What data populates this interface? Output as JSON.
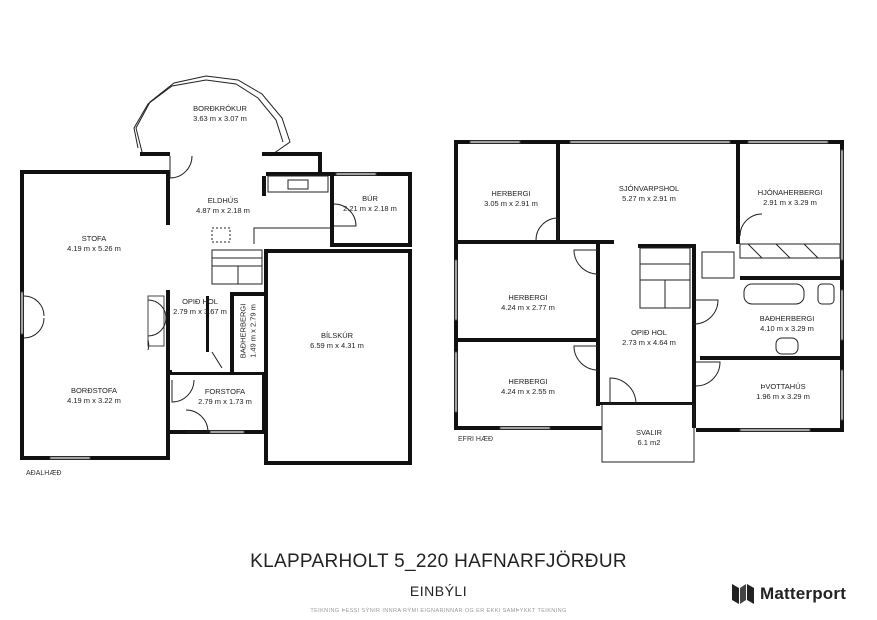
{
  "drawing": {
    "title": "KLAPPARHOLT 5_220 HAFNARFJÖRÐUR",
    "subtitle": "EINBÝLI",
    "disclaimer": "TEIKNING ÞESSI SÝNIR INNRA RÝMI EIGNARINNAR OG ER EKKI SAMÞYKKT TEIKNING",
    "brand": "Matterport"
  },
  "floors": {
    "main": "AÐALHÆÐ",
    "upper": "EFRI HÆÐ"
  },
  "rooms": [
    {
      "id": "bordkrokur",
      "name": "BORÐKRÓKUR",
      "dims": "3.63 m x 3.07 m"
    },
    {
      "id": "eldhus",
      "name": "ELDHÚS",
      "dims": "4.87 m x 2.18 m"
    },
    {
      "id": "bur",
      "name": "BÚR",
      "dims": "2.21 m x 2.18 m"
    },
    {
      "id": "stofa",
      "name": "STOFA",
      "dims": "4.19 m x 5.26 m"
    },
    {
      "id": "opid-hol-main",
      "name": "OPIÐ HOL",
      "dims": "2.79 m x 3.67 m"
    },
    {
      "id": "badherbergi-main",
      "name": "BAÐHERBERGI",
      "dims": "1.49 m x 2.79 m"
    },
    {
      "id": "bilskur",
      "name": "BÍLSKÚR",
      "dims": "6.59 m x 4.31 m"
    },
    {
      "id": "bordstofa",
      "name": "BORÐSTOFA",
      "dims": "4.19 m x 3.22 m"
    },
    {
      "id": "forstofa",
      "name": "FORSTOFA",
      "dims": "2.79 m x 1.73 m"
    },
    {
      "id": "herbergi-1",
      "name": "HERBERGI",
      "dims": "3.05 m x 2.91 m"
    },
    {
      "id": "sjonvarpshol",
      "name": "SJÓNVARPSHOL",
      "dims": "5.27 m x 2.91 m"
    },
    {
      "id": "hjonaherbergi",
      "name": "HJÓNAHERBERGI",
      "dims": "2.91 m x 3.29 m"
    },
    {
      "id": "herbergi-2",
      "name": "HERBERGI",
      "dims": "4.24 m x 2.77 m"
    },
    {
      "id": "opid-hol-upper",
      "name": "OPIÐ HOL",
      "dims": "2.73 m x 4.64 m"
    },
    {
      "id": "badherbergi-upper",
      "name": "BAÐHERBERGI",
      "dims": "4.10 m x 3.29 m"
    },
    {
      "id": "herbergi-3",
      "name": "HERBERGI",
      "dims": "4.24 m x 2.55 m"
    },
    {
      "id": "thvottahus",
      "name": "ÞVOTTAHÚS",
      "dims": "1.96 m x 3.29 m"
    },
    {
      "id": "svalir",
      "name": "SVALIR",
      "dims": "6.1 m2"
    }
  ]
}
